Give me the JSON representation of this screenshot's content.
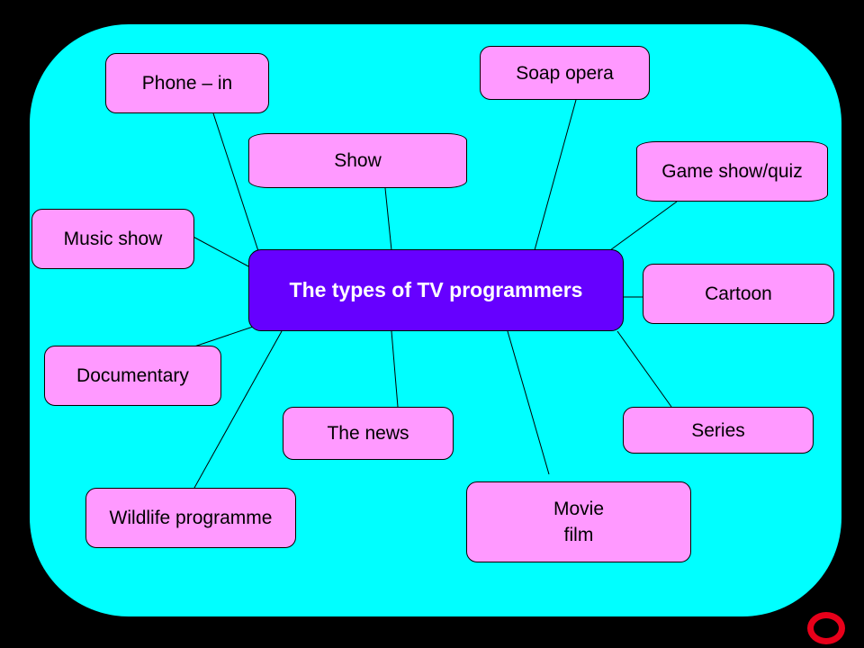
{
  "center": {
    "label": "The types of TV programmers"
  },
  "nodes": {
    "phone_in": "Phone  – in",
    "soap_opera": "Soap opera",
    "show": "Show",
    "game_show": "Game show/quiz",
    "music_show": "Music show",
    "cartoon": "Cartoon",
    "documentary": "Documentary",
    "series": "Series",
    "the_news": "The news",
    "wildlife": "Wildlife programme",
    "movie_film": "Movie\nfilm"
  },
  "colors": {
    "background": "#000000",
    "panel": "#00ffff",
    "node_fill": "#ff99ff",
    "center_fill": "#6600ff",
    "ring": "#e8001a"
  },
  "icons": {
    "corner_badge": "red-ring-icon"
  }
}
